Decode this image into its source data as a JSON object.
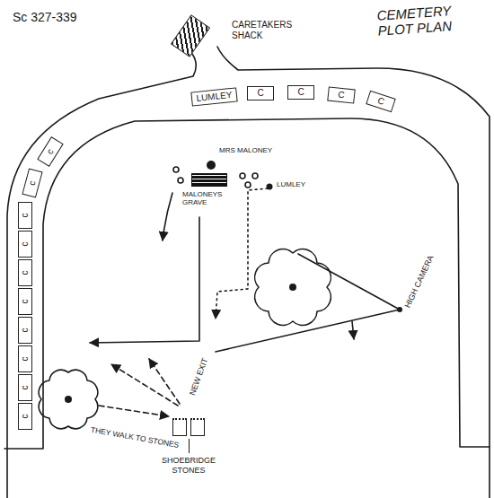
{
  "diagram": {
    "title": "CEMETERY PLOT PLAN",
    "nodes": [
      {
        "text": [
          "CARETAKERS SHACK"
        ]
      },
      {
        "text": [
          "LUMLEY"
        ]
      },
      {
        "text": [
          "C"
        ]
      },
      {
        "text": [
          "C"
        ]
      },
      {
        "text": [
          "C"
        ]
      },
      {
        "text": [
          "C"
        ]
      },
      {
        "text": [
          "c"
        ]
      },
      {
        "text": [
          "c"
        ]
      },
      {
        "text": [
          "c"
        ]
      },
      {
        "text": [
          "c"
        ]
      },
      {
        "text": [
          "c"
        ]
      },
      {
        "text": [
          "c"
        ]
      },
      {
        "text": [
          "c"
        ]
      },
      {
        "text": [
          "c"
        ]
      },
      {
        "text": [
          "c"
        ]
      },
      {
        "text": [
          "c"
        ]
      },
      {
        "text": [
          "MALONEYS GRAVE"
        ]
      },
      {
        "text": [
          "SHOEBRIDGE STONES"
        ]
      }
    ],
    "labels": [
      "Sc 327-339",
      "MRS MALONEY",
      "LUMLEY",
      "HIGH CAMERA",
      "NEW EXIT",
      "THEY WALK TO STONES"
    ]
  }
}
